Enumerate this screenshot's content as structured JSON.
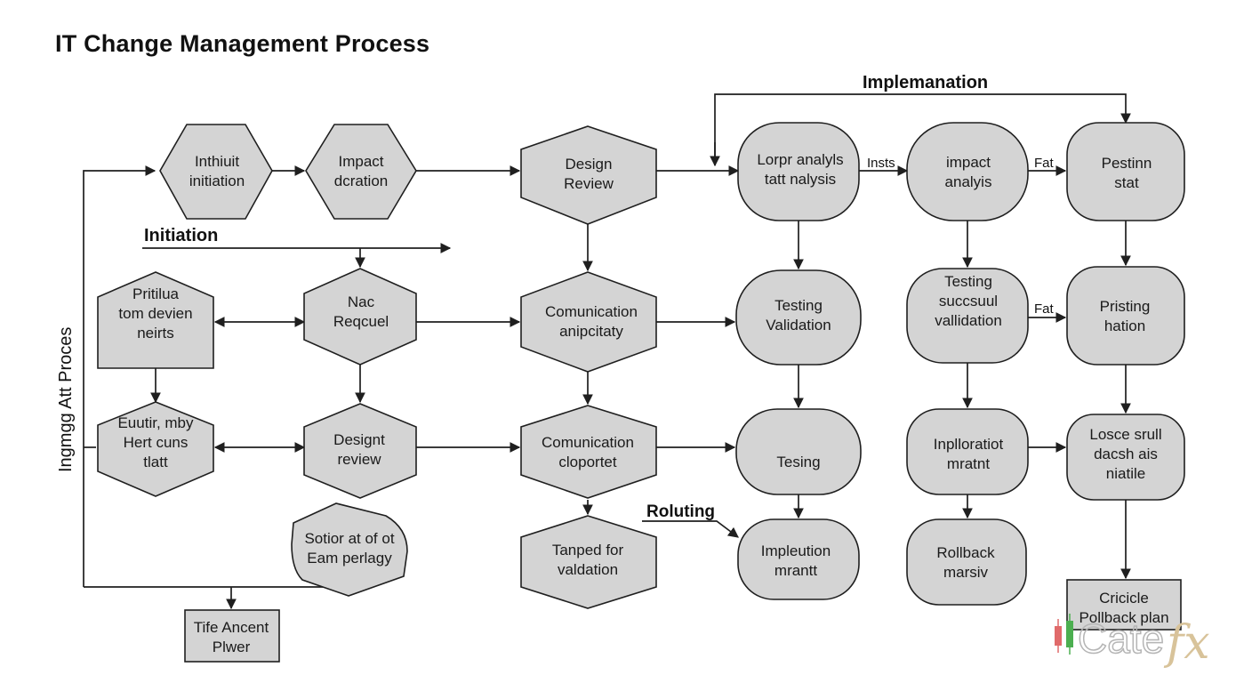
{
  "title": "IT Change Management Process",
  "labels": {
    "implemanation": "Implemanation",
    "initiation": "Initiation",
    "side": "Ingmgg Att Proces",
    "roluting": "Roluting",
    "insts": "Insts",
    "fat1": "Fat",
    "fat2": "Fat"
  },
  "nodes": [
    {
      "id": "n1",
      "lines": [
        "Inthiuit",
        "initiation"
      ]
    },
    {
      "id": "n2",
      "lines": [
        "Impact",
        "dcration"
      ]
    },
    {
      "id": "n3",
      "lines": [
        "Design",
        "Review"
      ]
    },
    {
      "id": "n4",
      "lines": [
        "Lorpr analyls",
        "tatt nalysis"
      ]
    },
    {
      "id": "n5",
      "lines": [
        "impact",
        "analyis"
      ]
    },
    {
      "id": "n6",
      "lines": [
        "Pestinn",
        "stat"
      ]
    },
    {
      "id": "n7",
      "lines": [
        "Pritilua",
        "tom devien",
        "neirts"
      ]
    },
    {
      "id": "n8",
      "lines": [
        "Nac",
        "Reqcuel"
      ]
    },
    {
      "id": "n9",
      "lines": [
        "Comunication",
        "anipcitaty"
      ]
    },
    {
      "id": "n10",
      "lines": [
        "Testing",
        "Validation"
      ]
    },
    {
      "id": "n11",
      "lines": [
        "Testing",
        "succsuul",
        "vallidation"
      ]
    },
    {
      "id": "n12",
      "lines": [
        "Pristing",
        "hation"
      ]
    },
    {
      "id": "n13",
      "lines": [
        "Euutir, mby",
        "Hert cuns",
        "tlatt"
      ]
    },
    {
      "id": "n14",
      "lines": [
        "Designt",
        "review"
      ]
    },
    {
      "id": "n15",
      "lines": [
        "Comunication",
        "cloportet"
      ]
    },
    {
      "id": "n16",
      "lines": [
        "Tesing"
      ]
    },
    {
      "id": "n17",
      "lines": [
        "Inplloratiot",
        "mratnt"
      ]
    },
    {
      "id": "n18",
      "lines": [
        "Losce srull",
        "dacsh ais",
        "niatile"
      ]
    },
    {
      "id": "n19",
      "lines": [
        "Sotior at of ot",
        "Eam perlagy"
      ]
    },
    {
      "id": "n20",
      "lines": [
        "Tanped for",
        "valdation"
      ]
    },
    {
      "id": "n21",
      "lines": [
        "Impleution",
        "mrantt"
      ]
    },
    {
      "id": "n22",
      "lines": [
        "Rollback",
        "marsiv"
      ]
    },
    {
      "id": "n23",
      "lines": [
        "Tife Ancent",
        "Plwer"
      ]
    },
    {
      "id": "n24",
      "lines": [
        "Cricicle",
        "Pollback plan"
      ]
    }
  ],
  "watermark": {
    "text": "Cate",
    "suffix": "fx"
  }
}
